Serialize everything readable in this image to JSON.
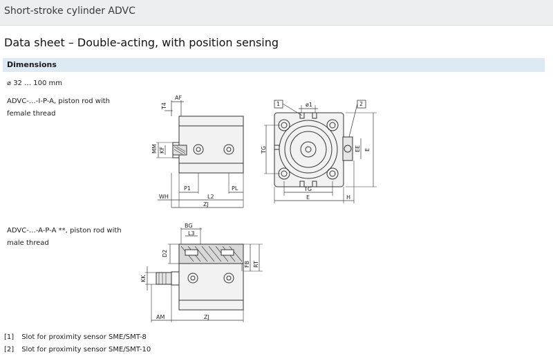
{
  "header": {
    "title": "Short-stroke cylinder ADVC"
  },
  "sheet_title": "Data sheet – Double-acting, with position sensing",
  "section": {
    "title": "Dimensions"
  },
  "diameter_range": "⌀ 32 … 100 mm",
  "variants": [
    {
      "label": "ADVC-…-I-P-A, piston rod with female thread"
    },
    {
      "label": "ADVC-…-A-P-A **, piston rod with male thread"
    }
  ],
  "dimension_labels": {
    "af": "AF",
    "t4": "T4",
    "mm": "MM",
    "kf": "KF",
    "p1": "P1",
    "pl": "PL",
    "wh": "WH",
    "l2": "L2",
    "zj": "ZJ",
    "tg": "TG",
    "e": "E",
    "h": "H",
    "ee": "EE",
    "w1": "ø1",
    "bg": "BG",
    "l3": "L3",
    "d2": "D2",
    "fb": "FB",
    "rt": "RT",
    "kk": "KK",
    "am": "AM",
    "callout1": "1",
    "callout2": "2"
  },
  "footnotes": [
    {
      "ref": "[1]",
      "text": "Slot for proximity sensor SME/SMT-8"
    },
    {
      "ref": "[2]",
      "text": "Slot for proximity sensor SME/SMT-10"
    }
  ]
}
